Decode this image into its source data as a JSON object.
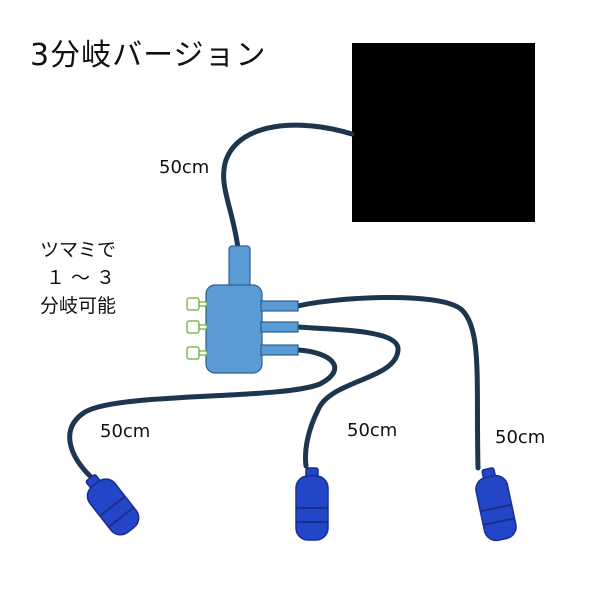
{
  "title": "3分岐バージョン",
  "note": {
    "line1": "ツマミで",
    "line2": "１～３",
    "line3": "分岐可能"
  },
  "lengths": {
    "top": "50cm",
    "left": "50cm",
    "middle": "50cm",
    "right": "50cm"
  },
  "colors": {
    "cable": "#1c3650",
    "splitter_body": "#5b9bd5",
    "splitter_outline": "#2e5f8f",
    "knob": "#6aaa3a",
    "socket": "#2345c8",
    "socket_dark": "#1a2f8a",
    "device": "#000000"
  }
}
